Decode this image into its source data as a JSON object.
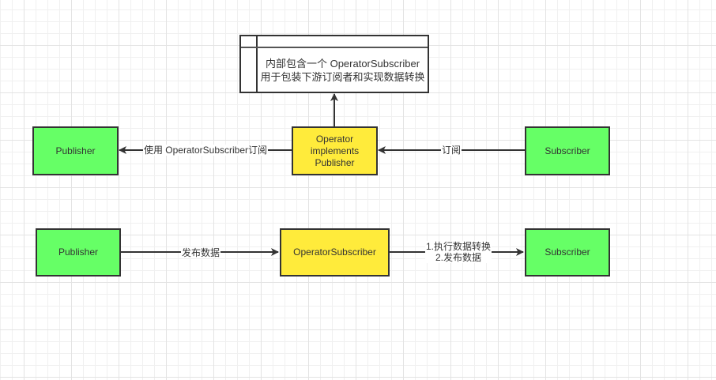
{
  "colors": {
    "publisher_fill": "#66ff66",
    "subscriber_fill": "#66ff66",
    "operator_fill": "#ffeb3b",
    "stroke": "#333333",
    "text": "#333333"
  },
  "diagram": {
    "note_table": {
      "header": "",
      "lines": [
        "内部包含一个 OperatorSubscriber",
        "用于包装下游订阅者和实现数据转换"
      ]
    },
    "row1": {
      "publisher": {
        "label": "Publisher"
      },
      "operator": {
        "label": "Operator\nimplements\nPublisher"
      },
      "subscriber": {
        "label": "Subscriber"
      },
      "edge_operator_to_publisher": {
        "label": "使用 OperatorSubscriber订阅"
      },
      "edge_subscriber_to_operator": {
        "label": "订阅"
      },
      "edge_operator_to_note": {
        "label": ""
      }
    },
    "row2": {
      "publisher": {
        "label": "Publisher"
      },
      "operator_subscriber": {
        "label": "OperatorSubscriber"
      },
      "subscriber": {
        "label": "Subscriber"
      },
      "edge_publisher_to_operator_subscriber": {
        "label": "发布数据"
      },
      "edge_operator_subscriber_to_subscriber": {
        "label": "1.执行数据转换\n2.发布数据"
      }
    }
  }
}
